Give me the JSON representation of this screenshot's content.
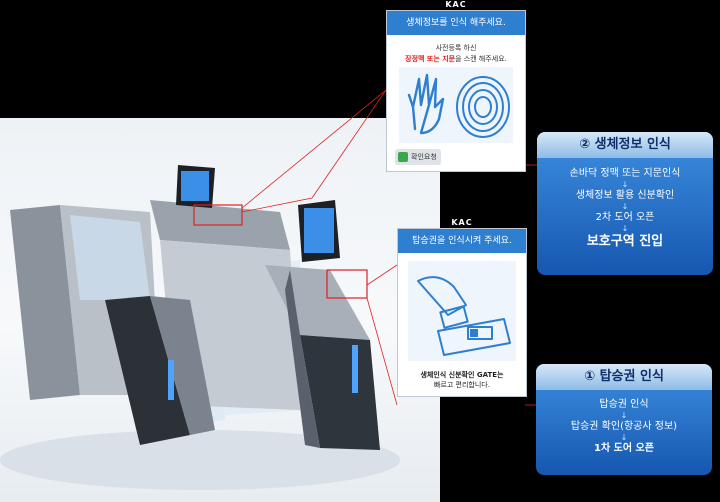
{
  "screen_bio": {
    "brand": "KAC",
    "header": "생체정보를 인식 해주세요.",
    "notice_line1": "사전등록 하신",
    "notice_red": "장정맥 또는 지문",
    "notice_tail": "을 스캔 해주세요.",
    "confirm_label": "확인요청"
  },
  "screen_ticket": {
    "brand": "KAC",
    "header": "탑승권을 인식시켜 주세요.",
    "footer_bold": "생체인식 신분확인 GATE는",
    "footer_text": "빠르고 편리합니다."
  },
  "process_biometric": {
    "title": "② 생체정보 인식",
    "steps": [
      "손바닥 정맥 또는 지문인식",
      "생체정보 활용 신분확인",
      "2차 도어 오픈"
    ],
    "final": "보호구역 진입"
  },
  "process_ticket": {
    "title": "① 탑승권 인식",
    "steps": [
      "탑승권 인식",
      "탑승권 확인(항공사 정보)",
      "1차 도어 오픈"
    ]
  },
  "colors": {
    "accent": "#2f7fd1",
    "highlight": "#e02020",
    "process_blue": "#1657b0"
  }
}
